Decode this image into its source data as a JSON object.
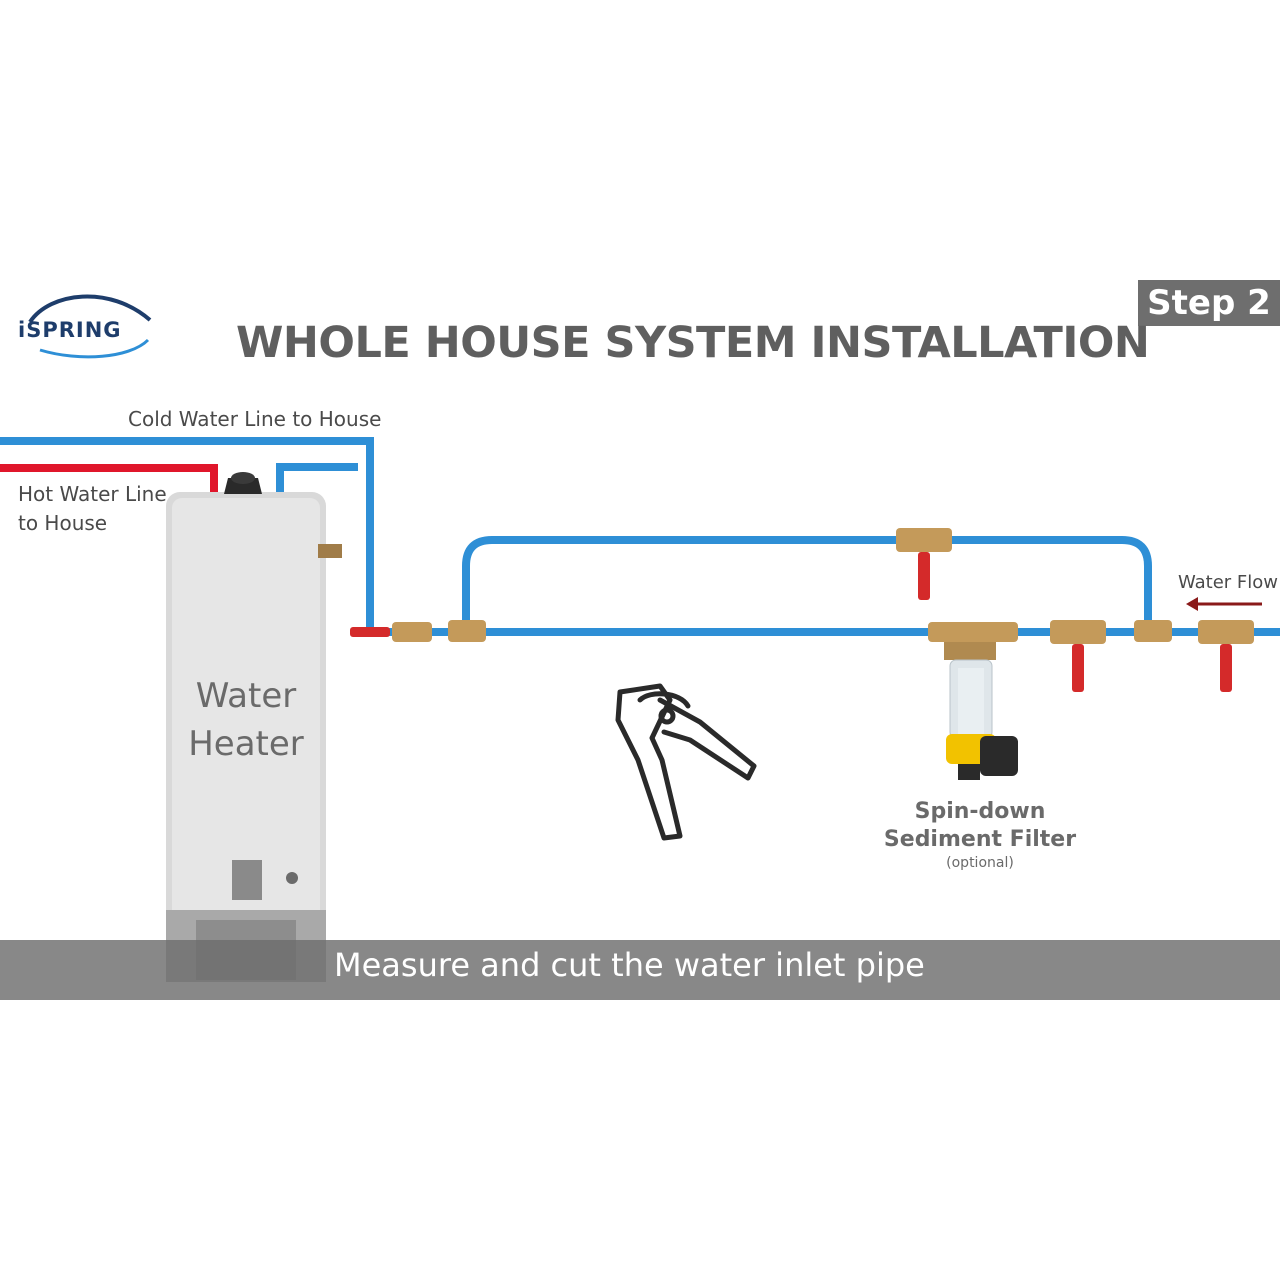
{
  "brand": {
    "logo_text": "iSPRING"
  },
  "step": {
    "label": "Step 2"
  },
  "title": "WHOLE HOUSE SYSTEM INSTALLATION",
  "labels": {
    "cold_line": "Cold Water Line to House",
    "hot_line_1": "Hot Water Line",
    "hot_line_2": "to House",
    "water_flow": "Water Flow",
    "heater_1": "Water",
    "heater_2": "Heater",
    "filter_1": "Spin-down",
    "filter_2": "Sediment Filter",
    "filter_3": "(optional)"
  },
  "caption": "Measure and cut the water inlet pipe",
  "colors": {
    "cold_pipe": "#2e8fd6",
    "hot_pipe": "#e0162b",
    "valve_handle": "#d42a2a",
    "brass": "#c49a5a",
    "filter_yellow": "#f2c200",
    "caption_bar": "#6e6e6e",
    "logo_blue": "#1e3d6b"
  },
  "icons": [
    "ispring-logo-icon",
    "pipe-cutter-icon",
    "water-flow-arrow-icon",
    "ball-valve-icon",
    "tee-fitting-icon",
    "sediment-filter-icon",
    "water-heater-icon"
  ]
}
